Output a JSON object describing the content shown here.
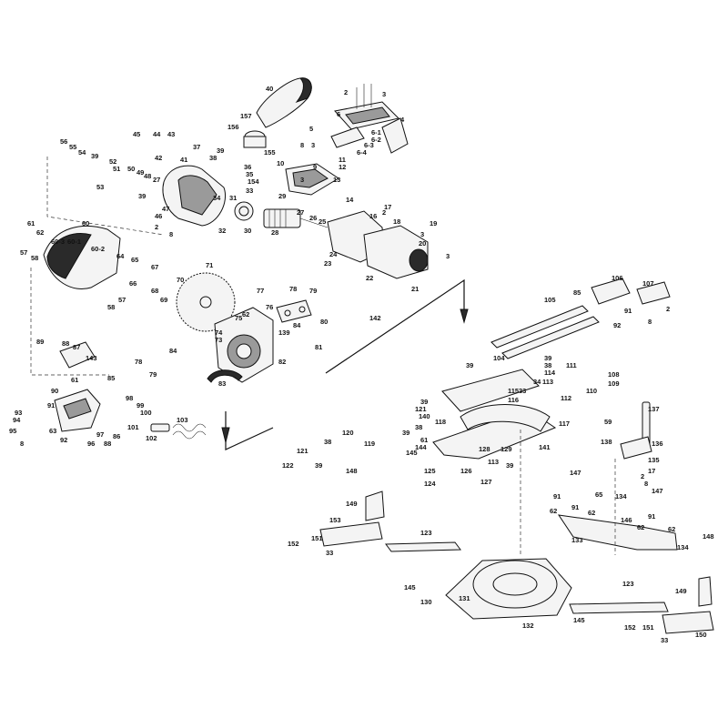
{
  "callouts": [
    {
      "id": "c40",
      "label": "40"
    },
    {
      "id": "c157",
      "label": "157"
    },
    {
      "id": "c156",
      "label": "156"
    },
    {
      "id": "c155",
      "label": "155"
    },
    {
      "id": "c2a",
      "label": "2"
    },
    {
      "id": "c3a",
      "label": "3"
    },
    {
      "id": "c4",
      "label": "4"
    },
    {
      "id": "c6",
      "label": "6"
    },
    {
      "id": "c6_1",
      "label": "6-1"
    },
    {
      "id": "c6_2",
      "label": "6-2"
    },
    {
      "id": "c6_3",
      "label": "6-3"
    },
    {
      "id": "c6_4",
      "label": "6-4"
    },
    {
      "id": "c5",
      "label": "5"
    },
    {
      "id": "c8a",
      "label": "8"
    },
    {
      "id": "c3b",
      "label": "3"
    },
    {
      "id": "c9",
      "label": "9"
    },
    {
      "id": "c11",
      "label": "11"
    },
    {
      "id": "c12",
      "label": "12"
    },
    {
      "id": "c10",
      "label": "10"
    },
    {
      "id": "c3c",
      "label": "3"
    },
    {
      "id": "c13",
      "label": "13"
    },
    {
      "id": "c29",
      "label": "29"
    },
    {
      "id": "c14",
      "label": "14"
    },
    {
      "id": "c45",
      "label": "45"
    },
    {
      "id": "c44",
      "label": "44"
    },
    {
      "id": "c43",
      "label": "43"
    },
    {
      "id": "c42",
      "label": "42"
    },
    {
      "id": "c56",
      "label": "56"
    },
    {
      "id": "c55",
      "label": "55"
    },
    {
      "id": "c54",
      "label": "54"
    },
    {
      "id": "c39a",
      "label": "39"
    },
    {
      "id": "c52",
      "label": "52"
    },
    {
      "id": "c51",
      "label": "51"
    },
    {
      "id": "c50",
      "label": "50"
    },
    {
      "id": "c49",
      "label": "49"
    },
    {
      "id": "c48",
      "label": "48"
    },
    {
      "id": "c53",
      "label": "53"
    },
    {
      "id": "c37",
      "label": "37"
    },
    {
      "id": "c39b",
      "label": "39"
    },
    {
      "id": "c38a",
      "label": "38"
    },
    {
      "id": "c41",
      "label": "41"
    },
    {
      "id": "c36",
      "label": "36"
    },
    {
      "id": "c35",
      "label": "35"
    },
    {
      "id": "c154",
      "label": "154"
    },
    {
      "id": "c33",
      "label": "33"
    },
    {
      "id": "c31",
      "label": "31"
    },
    {
      "id": "c34",
      "label": "34"
    },
    {
      "id": "c27a",
      "label": "27"
    },
    {
      "id": "c39c",
      "label": "39"
    },
    {
      "id": "c47",
      "label": "47"
    },
    {
      "id": "c46",
      "label": "46"
    },
    {
      "id": "c2b",
      "label": "2"
    },
    {
      "id": "c8b",
      "label": "8"
    },
    {
      "id": "c32",
      "label": "32"
    },
    {
      "id": "c30",
      "label": "30"
    },
    {
      "id": "c28",
      "label": "28"
    },
    {
      "id": "c27b",
      "label": "27"
    },
    {
      "id": "c26",
      "label": "26"
    },
    {
      "id": "c25",
      "label": "25"
    },
    {
      "id": "c16",
      "label": "16"
    },
    {
      "id": "c17",
      "label": "17"
    },
    {
      "id": "c2c",
      "label": "2"
    },
    {
      "id": "c18",
      "label": "18"
    },
    {
      "id": "c19",
      "label": "19"
    },
    {
      "id": "c3d",
      "label": "3"
    },
    {
      "id": "c20",
      "label": "20"
    },
    {
      "id": "c3e",
      "label": "3"
    },
    {
      "id": "c24",
      "label": "24"
    },
    {
      "id": "c23",
      "label": "23"
    },
    {
      "id": "c22",
      "label": "22"
    },
    {
      "id": "c21",
      "label": "21"
    },
    {
      "id": "c61a",
      "label": "61"
    },
    {
      "id": "c62a",
      "label": "62"
    },
    {
      "id": "c60",
      "label": "60"
    },
    {
      "id": "c60_3",
      "label": "60-3"
    },
    {
      "id": "c60_1",
      "label": "60-1"
    },
    {
      "id": "c60_2",
      "label": "60-2"
    },
    {
      "id": "c57a",
      "label": "57"
    },
    {
      "id": "c58a",
      "label": "58"
    },
    {
      "id": "c64",
      "label": "64"
    },
    {
      "id": "c65",
      "label": "65"
    },
    {
      "id": "c66",
      "label": "66"
    },
    {
      "id": "c67",
      "label": "67"
    },
    {
      "id": "c68",
      "label": "68"
    },
    {
      "id": "c69",
      "label": "69"
    },
    {
      "id": "c70",
      "label": "70"
    },
    {
      "id": "c71",
      "label": "71"
    },
    {
      "id": "c57b",
      "label": "57"
    },
    {
      "id": "c58b",
      "label": "58"
    },
    {
      "id": "c77",
      "label": "77"
    },
    {
      "id": "c78",
      "label": "78"
    },
    {
      "id": "c79a",
      "label": "79"
    },
    {
      "id": "c62b",
      "label": "62"
    },
    {
      "id": "c76",
      "label": "76"
    },
    {
      "id": "c75",
      "label": "75"
    },
    {
      "id": "c84a",
      "label": "84"
    },
    {
      "id": "c80",
      "label": "80"
    },
    {
      "id": "c142",
      "label": "142"
    },
    {
      "id": "c74",
      "label": "74"
    },
    {
      "id": "c73",
      "label": "73"
    },
    {
      "id": "c139",
      "label": "139"
    },
    {
      "id": "c81",
      "label": "81"
    },
    {
      "id": "c82",
      "label": "82"
    },
    {
      "id": "c83",
      "label": "83"
    },
    {
      "id": "c89",
      "label": "89"
    },
    {
      "id": "c88",
      "label": "88"
    },
    {
      "id": "c87",
      "label": "87"
    },
    {
      "id": "c143",
      "label": "143"
    },
    {
      "id": "c61b",
      "label": "61"
    },
    {
      "id": "c84b",
      "label": "84"
    },
    {
      "id": "c78b",
      "label": "78"
    },
    {
      "id": "c85",
      "label": "85"
    },
    {
      "id": "c79b",
      "label": "79"
    },
    {
      "id": "c90",
      "label": "90"
    },
    {
      "id": "c98",
      "label": "98"
    },
    {
      "id": "c91",
      "label": "91"
    },
    {
      "id": "c99",
      "label": "99"
    },
    {
      "id": "c100",
      "label": "100"
    },
    {
      "id": "c93",
      "label": "93"
    },
    {
      "id": "c94",
      "label": "94"
    },
    {
      "id": "c95",
      "label": "95"
    },
    {
      "id": "c8c",
      "label": "8"
    },
    {
      "id": "c63",
      "label": "63"
    },
    {
      "id": "c92",
      "label": "92"
    },
    {
      "id": "c96",
      "label": "96"
    },
    {
      "id": "c97",
      "label": "97"
    },
    {
      "id": "c88b",
      "label": "88"
    },
    {
      "id": "c86",
      "label": "86"
    },
    {
      "id": "c101",
      "label": "101"
    },
    {
      "id": "c102",
      "label": "102"
    },
    {
      "id": "c103",
      "label": "103"
    },
    {
      "id": "c105",
      "label": "105"
    },
    {
      "id": "c85b",
      "label": "85"
    },
    {
      "id": "c106",
      "label": "106"
    },
    {
      "id": "c91b",
      "label": "91"
    },
    {
      "id": "c92b",
      "label": "92"
    },
    {
      "id": "c107",
      "label": "107"
    },
    {
      "id": "c2d",
      "label": "2"
    },
    {
      "id": "c8d",
      "label": "8"
    },
    {
      "id": "c39d",
      "label": "39"
    },
    {
      "id": "c104",
      "label": "104"
    },
    {
      "id": "c39e",
      "label": "39"
    },
    {
      "id": "c38b",
      "label": "38"
    },
    {
      "id": "c114",
      "label": "114"
    },
    {
      "id": "c111",
      "label": "111"
    },
    {
      "id": "c108",
      "label": "108"
    },
    {
      "id": "c110",
      "label": "110"
    },
    {
      "id": "c109",
      "label": "109"
    },
    {
      "id": "c113a",
      "label": "113"
    },
    {
      "id": "c112",
      "label": "112"
    },
    {
      "id": "c115",
      "label": "115"
    },
    {
      "id": "c116",
      "label": "116"
    },
    {
      "id": "c33b",
      "label": "33"
    },
    {
      "id": "c34b",
      "label": "34"
    },
    {
      "id": "c39f",
      "label": "39"
    },
    {
      "id": "c121a",
      "label": "121"
    },
    {
      "id": "c140",
      "label": "140"
    },
    {
      "id": "c117",
      "label": "117"
    },
    {
      "id": "c118",
      "label": "118"
    },
    {
      "id": "c38c",
      "label": "38"
    },
    {
      "id": "c39g",
      "label": "39"
    },
    {
      "id": "c61c",
      "label": "61"
    },
    {
      "id": "c128",
      "label": "128"
    },
    {
      "id": "c141",
      "label": "141"
    },
    {
      "id": "c129",
      "label": "129"
    },
    {
      "id": "c144",
      "label": "144"
    },
    {
      "id": "c145a",
      "label": "145"
    },
    {
      "id": "c125",
      "label": "125"
    },
    {
      "id": "c126",
      "label": "126"
    },
    {
      "id": "c113b",
      "label": "113"
    },
    {
      "id": "c39h",
      "label": "39"
    },
    {
      "id": "c124",
      "label": "124"
    },
    {
      "id": "c127",
      "label": "127"
    },
    {
      "id": "c120",
      "label": "120"
    },
    {
      "id": "c38d",
      "label": "38"
    },
    {
      "id": "c121b",
      "label": "121"
    },
    {
      "id": "c119",
      "label": "119"
    },
    {
      "id": "c122",
      "label": "122"
    },
    {
      "id": "c39i",
      "label": "39"
    },
    {
      "id": "c148a",
      "label": "148"
    },
    {
      "id": "c149a",
      "label": "149"
    },
    {
      "id": "c153",
      "label": "153"
    },
    {
      "id": "c123a",
      "label": "123"
    },
    {
      "id": "c152a",
      "label": "152"
    },
    {
      "id": "c151a",
      "label": "151"
    },
    {
      "id": "c33c",
      "label": "33"
    },
    {
      "id": "c137",
      "label": "137"
    },
    {
      "id": "c59",
      "label": "59"
    },
    {
      "id": "c138",
      "label": "138"
    },
    {
      "id": "c136",
      "label": "136"
    },
    {
      "id": "c135",
      "label": "135"
    },
    {
      "id": "c17b",
      "label": "17"
    },
    {
      "id": "c2e",
      "label": "2"
    },
    {
      "id": "c8e",
      "label": "8"
    },
    {
      "id": "c147a",
      "label": "147"
    },
    {
      "id": "c91c",
      "label": "91"
    },
    {
      "id": "c65b",
      "label": "65"
    },
    {
      "id": "c134a",
      "label": "134"
    },
    {
      "id": "c147b",
      "label": "147"
    },
    {
      "id": "c91d",
      "label": "91"
    },
    {
      "id": "c62c",
      "label": "62"
    },
    {
      "id": "c62d",
      "label": "62"
    },
    {
      "id": "c146",
      "label": "146"
    },
    {
      "id": "c91e",
      "label": "91"
    },
    {
      "id": "c62e",
      "label": "62"
    },
    {
      "id": "c62f",
      "label": "62"
    },
    {
      "id": "c133",
      "label": "133"
    },
    {
      "id": "c134b",
      "label": "134"
    },
    {
      "id": "c145b",
      "label": "145"
    },
    {
      "id": "c130",
      "label": "130"
    },
    {
      "id": "c131",
      "label": "131"
    },
    {
      "id": "c132",
      "label": "132"
    },
    {
      "id": "c123b",
      "label": "123"
    },
    {
      "id": "c148b",
      "label": "148"
    },
    {
      "id": "c149b",
      "label": "149"
    },
    {
      "id": "c145c",
      "label": "145"
    },
    {
      "id": "c152b",
      "label": "152"
    },
    {
      "id": "c151b",
      "label": "151"
    },
    {
      "id": "c33d",
      "label": "33"
    },
    {
      "id": "c150",
      "label": "150"
    }
  ]
}
